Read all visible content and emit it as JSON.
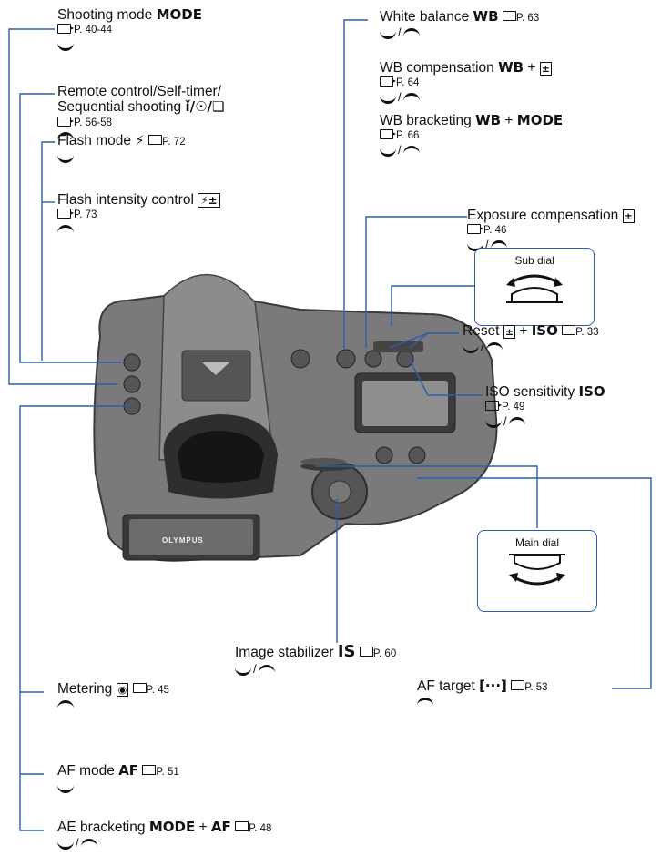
{
  "labels": {
    "shooting_mode": {
      "title": "Shooting mode",
      "key": "MODE",
      "ref": "P. 40-44"
    },
    "remote_control": {
      "title_line1": "Remote control/Self-timer/",
      "title_line2": "Sequential shooting",
      "key": "ǐ/☉/❏",
      "ref": "P. 56-58"
    },
    "flash_mode": {
      "title": "Flash mode",
      "key": "⚡",
      "ref": "P. 72"
    },
    "flash_intensity": {
      "title": "Flash intensity control",
      "key": "⚡±",
      "ref": "P. 73"
    },
    "white_balance": {
      "title": "White balance",
      "key": "WB",
      "ref": "P. 63"
    },
    "wb_compensation": {
      "title": "WB compensation",
      "key": "WB",
      "plus": "+",
      "key2": "±",
      "ref": "P. 64"
    },
    "wb_bracketing": {
      "title": "WB bracketing",
      "key": "WB",
      "plus": "+",
      "key2": "MODE",
      "ref": "P. 66"
    },
    "exposure_compensation": {
      "title": "Exposure compensation",
      "key": "±",
      "ref": "P. 46"
    },
    "reset": {
      "title": "Reset",
      "key": "±",
      "plus": "+",
      "key2": "ISO",
      "ref": "P. 33"
    },
    "iso_sensitivity": {
      "title": "ISO sensitivity",
      "key": "ISO",
      "ref": "P. 49"
    },
    "image_stabilizer": {
      "title": "Image stabilizer",
      "key": "IS",
      "ref": "P. 60"
    },
    "metering": {
      "title": "Metering",
      "key": "◉",
      "ref": "P. 45"
    },
    "af_target": {
      "title": "AF target",
      "key": "[···]",
      "ref": "P. 53"
    },
    "af_mode": {
      "title": "AF mode",
      "key": "AF",
      "ref": "P. 51"
    },
    "ae_bracketing": {
      "title": "AE bracketing",
      "key": "MODE",
      "plus": "+",
      "key2": "AF",
      "ref": "P. 48"
    }
  },
  "dials": {
    "sub_dial": "Sub dial",
    "main_dial": "Main dial",
    "separator": "/"
  },
  "camera": {
    "brand": "OLYMPUS"
  },
  "colors": {
    "leader_line": "#2c5fa8",
    "camera_body": "#6b6b6b",
    "camera_dark": "#3a3a3a"
  }
}
